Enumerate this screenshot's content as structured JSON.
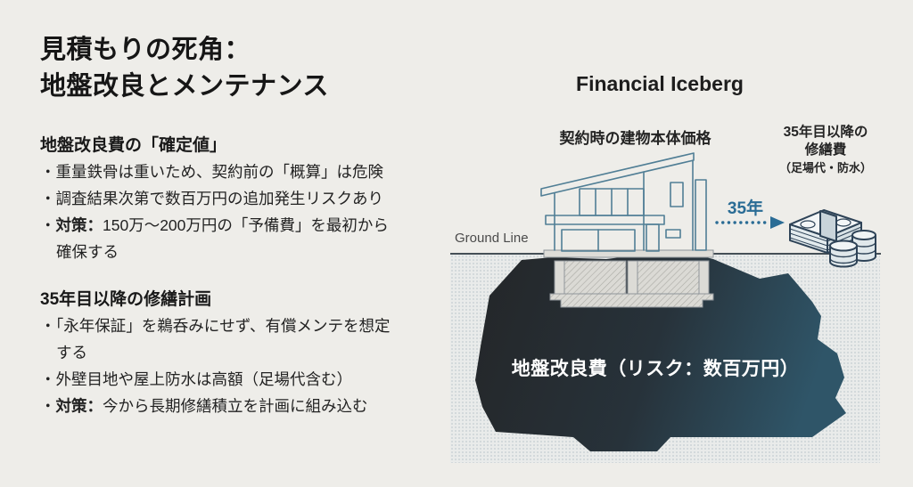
{
  "slide": {
    "title_lines": [
      "見積もりの死角：",
      "地盤改良とメンテナンス"
    ],
    "bullet_char": "・",
    "sections": [
      {
        "heading": "地盤改良費の「確定値」",
        "bullets": [
          {
            "bold": "",
            "text": "重量鉄骨は重いため、契約前の「概算」は危険"
          },
          {
            "bold": "",
            "text": "調査結果次第で数百万円の追加発生リスクあり"
          },
          {
            "bold": "対策：",
            "text": "150万〜200万円の「予備費」を最初から確保する"
          }
        ]
      },
      {
        "heading": "35年目以降の修繕計画",
        "bullets": [
          {
            "bold": "",
            "text": "「永年保証」を鵜呑みにせず、有償メンテを想定する"
          },
          {
            "bold": "",
            "text": "外壁目地や屋上防水は高額（足場代含む）"
          },
          {
            "bold": "対策：",
            "text": "今から長期修繕積立を計画に組み込む"
          }
        ]
      }
    ]
  },
  "diagram": {
    "title": "Financial Iceberg",
    "house_label": "契約時の建物本体価格",
    "repair_label_lines": [
      "35年目以降の",
      "修繕費",
      "（足場代・防水）"
    ],
    "ground_line_label": "Ground Line",
    "arrow_label": "35年",
    "iceberg_label": "地盤改良費（リスク：数百万円）",
    "icons": [
      "house-cross-section-illustration",
      "dotted-arrow-right-icon",
      "money-stack-icon"
    ],
    "colors": {
      "background": "#eeede9",
      "accent_blue": "#2a6c95",
      "house_line": "#507e95",
      "iceberg_dark": "#242628",
      "iceberg_teal": "#2f5568",
      "iceberg_text": "#ffffff",
      "ground_line": "#454f56"
    }
  }
}
